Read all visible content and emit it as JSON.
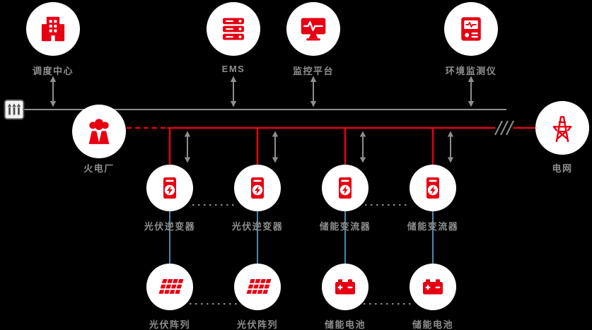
{
  "nodes": {
    "dispatch": {
      "label": "调度中心"
    },
    "ems": {
      "label": "EMS"
    },
    "monitor": {
      "label": "监控平台"
    },
    "env": {
      "label": "环境监测仪"
    },
    "thermal": {
      "label": "火电厂"
    },
    "grid": {
      "label": "电网"
    },
    "converters": [
      {
        "label": "光伏逆变器"
      },
      {
        "label": "光伏逆变器"
      },
      {
        "label": "储能变流器"
      },
      {
        "label": "储能变流器"
      }
    ],
    "sources": [
      {
        "label": "光伏阵列"
      },
      {
        "label": "光伏阵列"
      },
      {
        "label": "储能电池"
      },
      {
        "label": "储能电池"
      }
    ]
  },
  "colors": {
    "accent_red": "#e60012",
    "line_gray": "#8e8e8e",
    "link_blue": "#5aabdc",
    "node_fill": "#ffffff",
    "background": "#000000"
  }
}
